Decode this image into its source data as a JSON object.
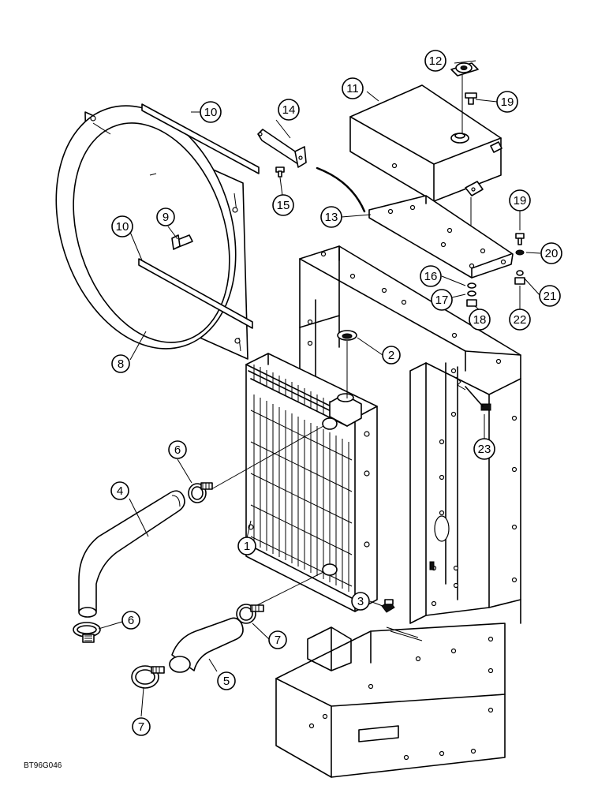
{
  "figure_code": "BT96G046",
  "callouts": [
    {
      "id": "c1",
      "label": "1"
    },
    {
      "id": "c2",
      "label": "2"
    },
    {
      "id": "c3",
      "label": "3"
    },
    {
      "id": "c4",
      "label": "4"
    },
    {
      "id": "c5",
      "label": "5"
    },
    {
      "id": "c6a",
      "label": "6"
    },
    {
      "id": "c6b",
      "label": "6"
    },
    {
      "id": "c7a",
      "label": "7"
    },
    {
      "id": "c7b",
      "label": "7"
    },
    {
      "id": "c8",
      "label": "8"
    },
    {
      "id": "c9",
      "label": "9"
    },
    {
      "id": "c10a",
      "label": "10"
    },
    {
      "id": "c10b",
      "label": "10"
    },
    {
      "id": "c11",
      "label": "11"
    },
    {
      "id": "c12",
      "label": "12"
    },
    {
      "id": "c13",
      "label": "13"
    },
    {
      "id": "c14",
      "label": "14"
    },
    {
      "id": "c15",
      "label": "15"
    },
    {
      "id": "c16",
      "label": "16"
    },
    {
      "id": "c17",
      "label": "17"
    },
    {
      "id": "c18",
      "label": "18"
    },
    {
      "id": "c19a",
      "label": "19"
    },
    {
      "id": "c19b",
      "label": "19"
    },
    {
      "id": "c20",
      "label": "20"
    },
    {
      "id": "c21",
      "label": "21"
    },
    {
      "id": "c22",
      "label": "22"
    },
    {
      "id": "c23",
      "label": "23"
    }
  ]
}
